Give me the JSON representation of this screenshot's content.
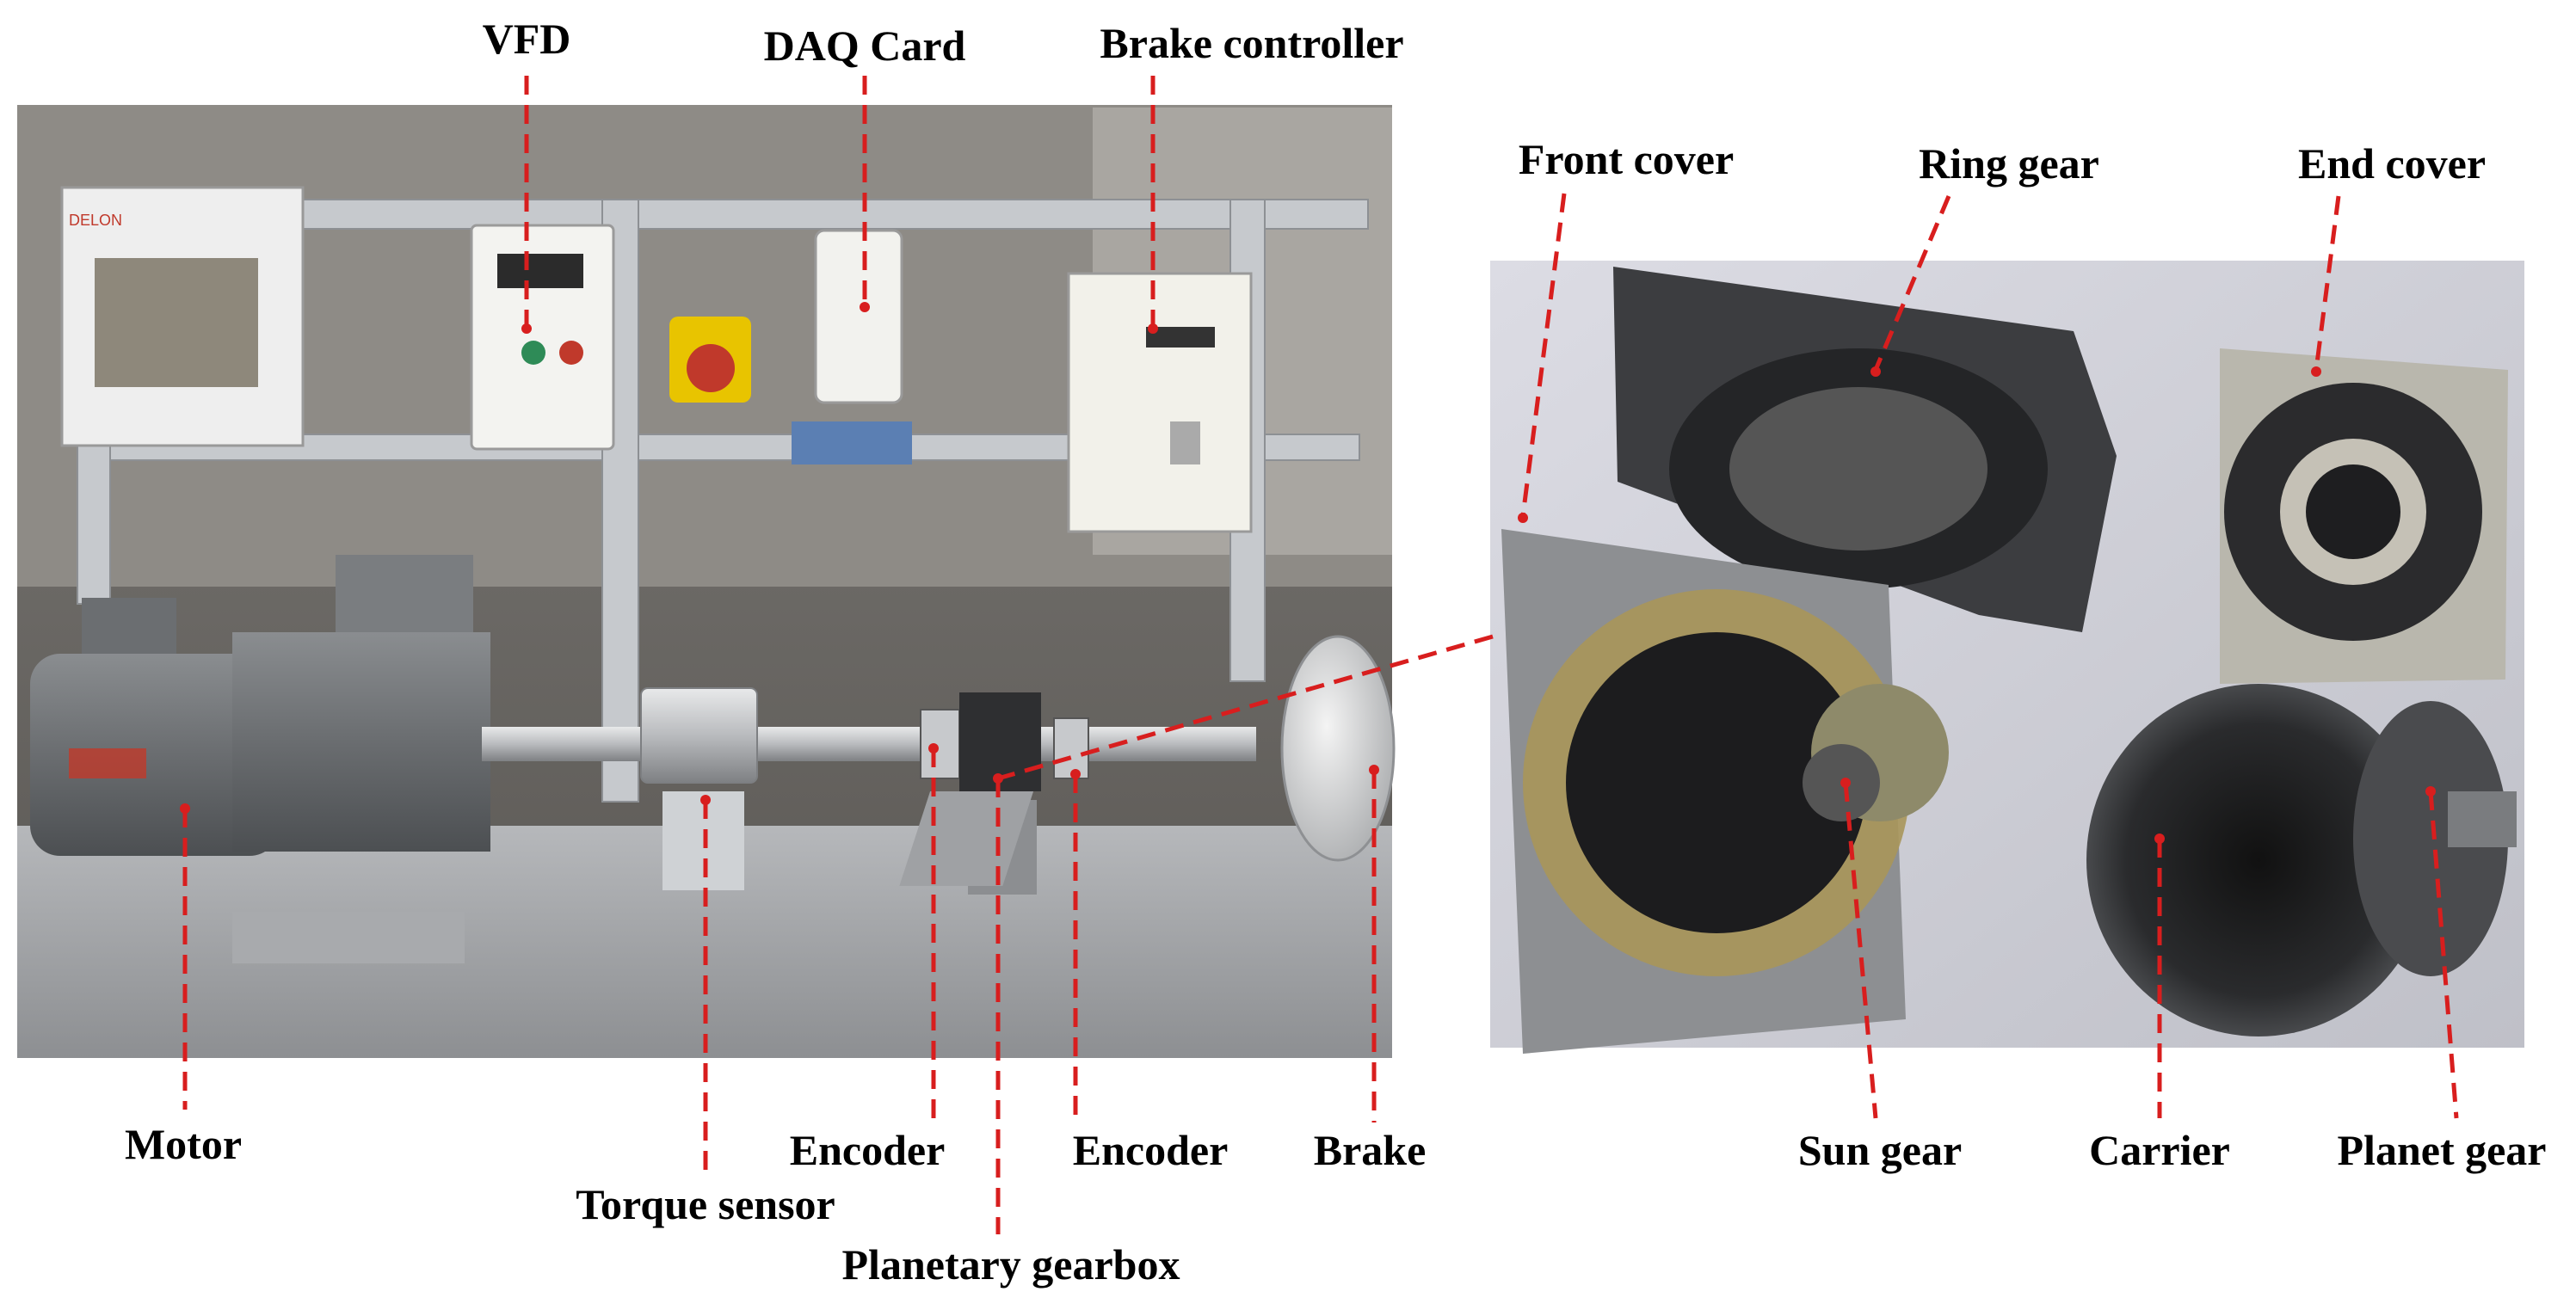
{
  "labels": {
    "vfd": "VFD",
    "daq_card": "DAQ Card",
    "brake_controller": "Brake controller",
    "front_cover": "Front cover",
    "ring_gear": "Ring gear",
    "end_cover": "End cover",
    "motor": "Motor",
    "torque_sensor": "Torque sensor",
    "encoder_left": "Encoder",
    "planetary_gearbox": "Planetary gearbox",
    "encoder_right": "Encoder",
    "brake": "Brake",
    "sun_gear": "Sun gear",
    "carrier": "Carrier",
    "planet_gear": "Planet gear"
  },
  "colors": {
    "leader_line": "#d81e1e",
    "photo_wall": "#8c8a86",
    "photo_panel": "#c9ccd0",
    "table_top": "#9a9c9f",
    "motor_body": "#6f7274",
    "part_photo_bg": "#cfcfd6",
    "metal_part": "#3a3b3e",
    "bright_metal": "#c7c9cc"
  }
}
